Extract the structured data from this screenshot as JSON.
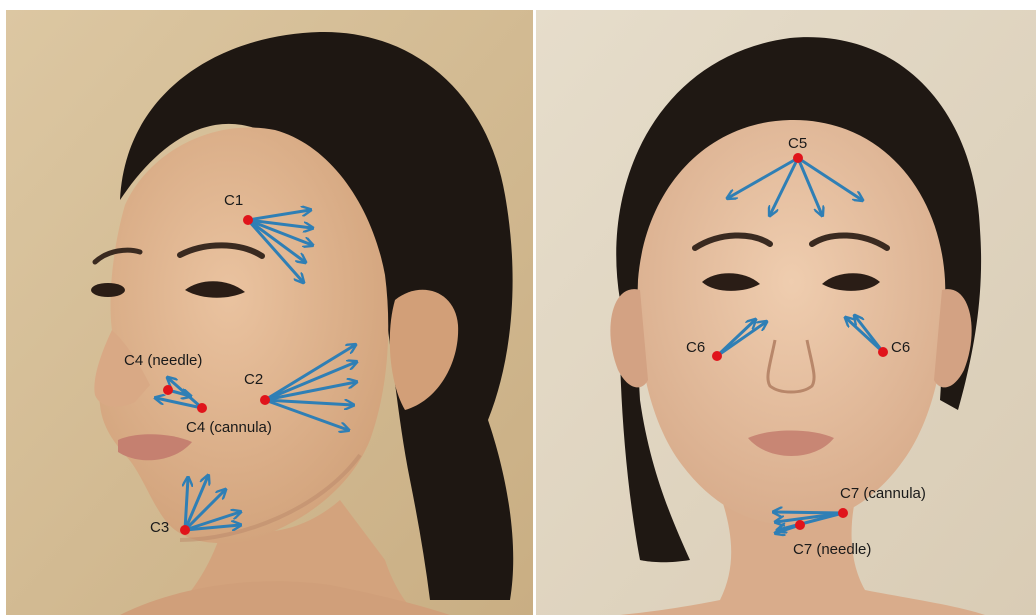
{
  "colors": {
    "arrow": "#2f7fb5",
    "injection_point": "#e0141b",
    "label_text": "#1a1a1a",
    "left_background": "#d9c29c",
    "right_background": "#e1d8c6"
  },
  "panels": [
    {
      "view": "three-quarter left",
      "points": [
        {
          "id": "c1",
          "label": "C1"
        },
        {
          "id": "c2",
          "label": "C2"
        },
        {
          "id": "c3",
          "label": "C3"
        },
        {
          "id": "c4n",
          "label": "C4 (needle)"
        },
        {
          "id": "c4c",
          "label": "C4 (cannula)"
        }
      ]
    },
    {
      "view": "frontal",
      "points": [
        {
          "id": "c5",
          "label": "C5"
        },
        {
          "id": "c6l",
          "label": "C6"
        },
        {
          "id": "c6r",
          "label": "C6"
        },
        {
          "id": "c7c",
          "label": "C7 (cannula)"
        },
        {
          "id": "c7n",
          "label": "C7 (needle)"
        }
      ]
    }
  ]
}
